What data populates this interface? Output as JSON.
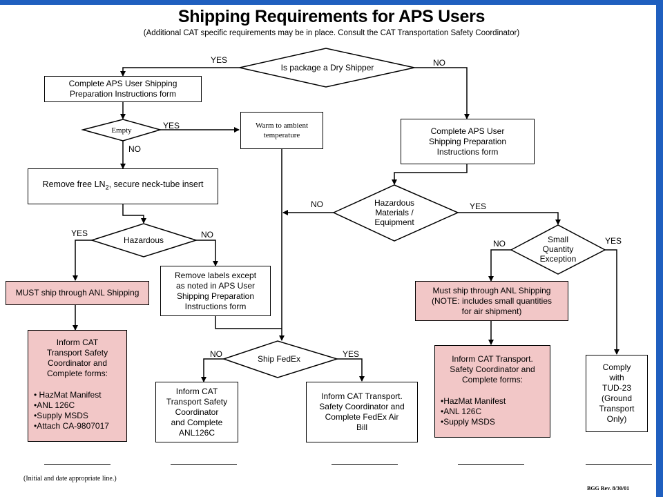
{
  "title": "Shipping Requirements for APS Users",
  "subtitle": "(Additional CAT specific requirements may be in place.  Consult the CAT Transportation Safety Coordinator)",
  "nodes": {
    "dry_shipper": "Is package a Dry Shipper",
    "complete_form_left": "Complete APS User Shipping\nPreparation Instructions form",
    "empty": "Empty",
    "warm": "Warm to ambient\ntemperature",
    "complete_form_right": "Complete APS User\nShipping Preparation\nInstructions form",
    "remove_ln2_prefix": "Remove free LN",
    "remove_ln2_sub": "2",
    "remove_ln2_suffix": ", secure neck-tube insert",
    "hazardous_materials": "Hazardous\nMaterials /\nEquipment",
    "hazardous": "Hazardous",
    "small_quantity": "Small\nQuantity\nException",
    "remove_labels": "Remove labels except\nas noted in APS User\nShipping Preparation\nInstructions form",
    "must_ship_left": "MUST ship through ANL Shipping",
    "must_ship_right": "Must ship through ANL Shipping\n(NOTE: includes small quantities\nfor air shipment)",
    "inform_left_title": "Inform CAT\nTransport Safety\nCoordinator and\nComplete forms:",
    "inform_left_list": "• HazMat Manifest\n•ANL 126C\n•Supply MSDS\n•Attach CA-9807017",
    "ship_fedex": "Ship FedEx",
    "inform_no_fedex": "Inform CAT\nTransport Safety\nCoordinator\nand Complete\nANL126C",
    "inform_fedex": "Inform CAT Transport.\nSafety Coordinator and\nComplete FedEx Air\nBill",
    "inform_right_title": "Inform CAT Transport.\nSafety Coordinator and\nComplete forms:",
    "inform_right_list": "•HazMat Manifest\n•ANL 126C\n•Supply MSDS",
    "comply": "Comply\nwith\nTUD-23\n(Ground\nTransport\nOnly)"
  },
  "edge_labels": {
    "dry_yes": "YES",
    "dry_no": "NO",
    "empty_yes": "YES",
    "empty_no": "NO",
    "hazmat_no": "NO",
    "hazmat_yes": "YES",
    "hazardous_yes": "YES",
    "hazardous_no": "NO",
    "sq_no": "NO",
    "sq_yes": "YES",
    "fedex_no": "NO",
    "fedex_yes": "YES"
  },
  "footer": {
    "instruction": "(Initial and date appropriate line.)",
    "revision": "BGG Rev. 8/30/01"
  },
  "colors": {
    "accent_bar": "#1f5fbf",
    "highlight_fill": "#f2c7c7"
  }
}
